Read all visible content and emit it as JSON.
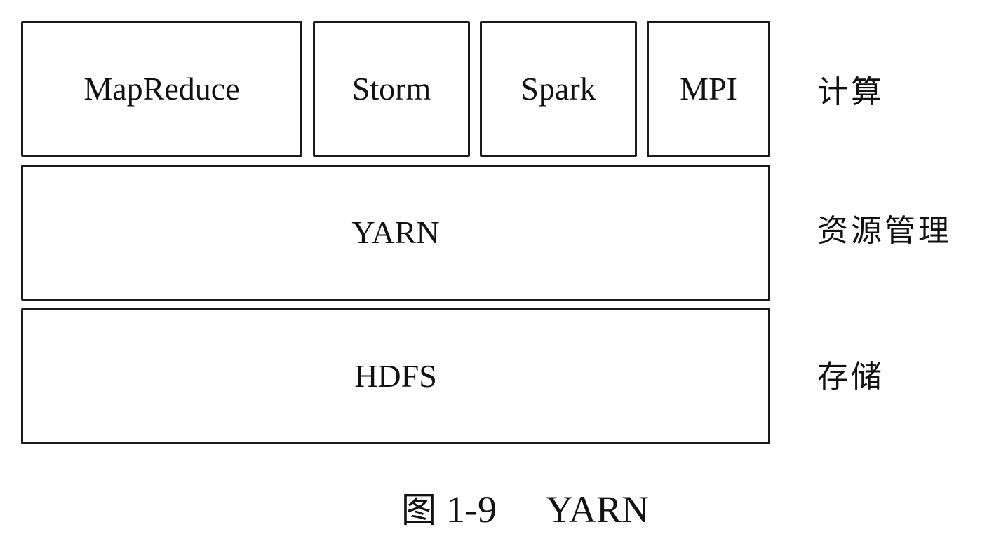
{
  "compute_layer": {
    "label": "计算",
    "frameworks": [
      "MapReduce",
      "Storm",
      "Spark",
      "MPI"
    ]
  },
  "resource_layer": {
    "label": "资源管理",
    "name": "YARN"
  },
  "storage_layer": {
    "label": "存储",
    "name": "HDFS"
  },
  "caption": {
    "prefix": "图",
    "number": "1-9",
    "title": "YARN"
  }
}
